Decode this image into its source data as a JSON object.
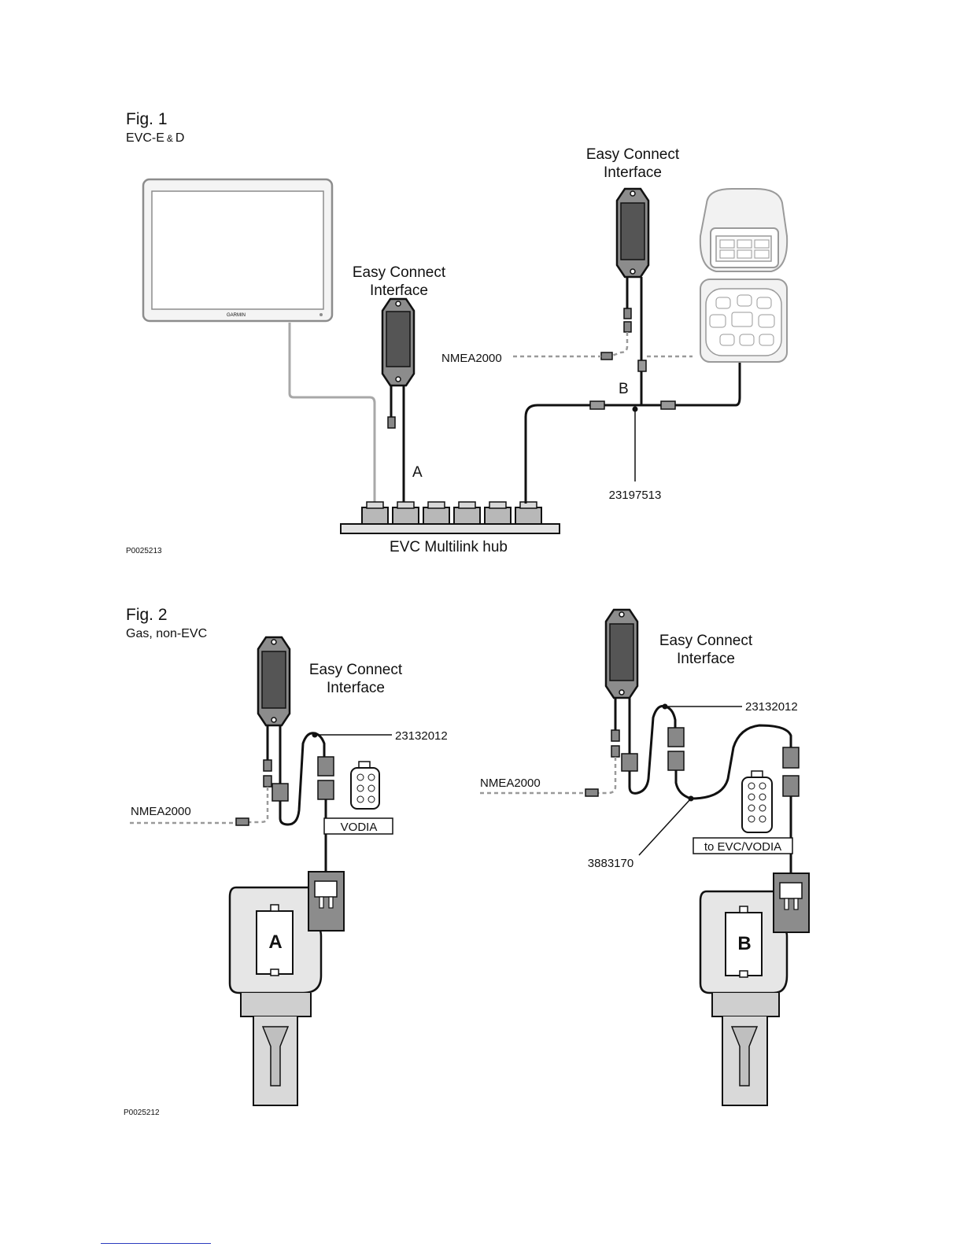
{
  "fig1": {
    "title": "Fig. 1",
    "subtitle_prefix": "EVC-E",
    "subtitle_amp": "&",
    "subtitle_suffix": "D",
    "display_brand": "GARMIN",
    "eci_left_line1": "Easy Connect",
    "eci_left_line2": "Interface",
    "eci_right_line1": "Easy Connect",
    "eci_right_line2": "Interface",
    "nmea": "NMEA2000",
    "label_a": "A",
    "label_b": "B",
    "part_number": "23197513",
    "hub_label": "EVC Multilink hub",
    "code": "P0025213"
  },
  "fig2": {
    "title": "Fig. 2",
    "subtitle": "Gas, non-EVC",
    "left": {
      "eci_line1": "Easy Connect",
      "eci_line2": "Interface",
      "part_number": "23132012",
      "nmea": "NMEA2000",
      "vodia": "VODIA",
      "label": "A"
    },
    "right": {
      "eci_line1": "Easy Connect",
      "eci_line2": "Interface",
      "part_number": "23132012",
      "nmea": "NMEA2000",
      "vodia": "to EVC/VODIA",
      "part_number2": "3883170",
      "label": "B"
    },
    "code": "P0025212"
  }
}
